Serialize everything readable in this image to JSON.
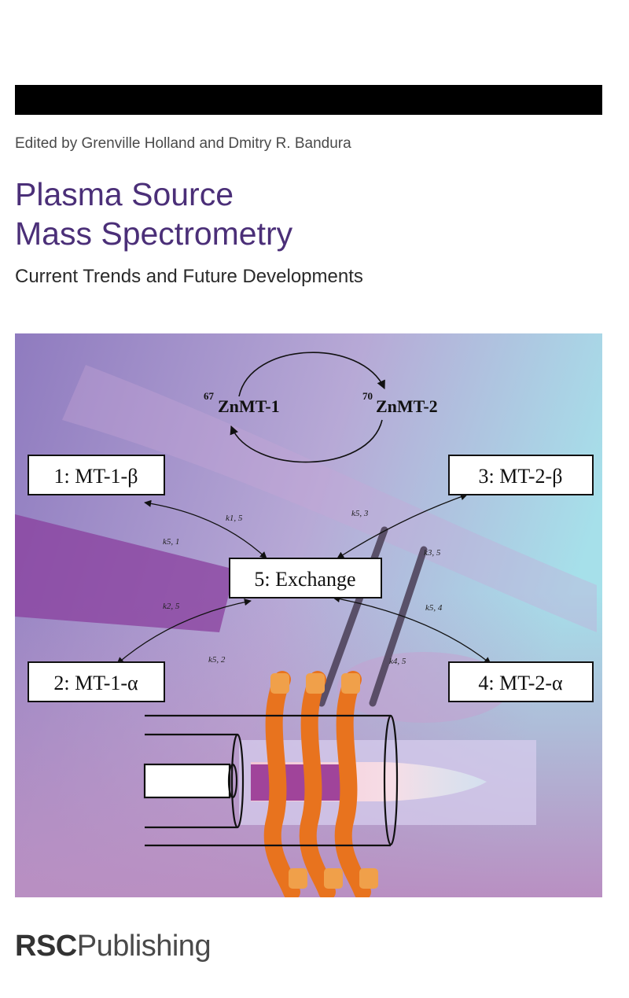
{
  "cover": {
    "editors": "Edited by Grenville Holland and Dmitry R. Bandura",
    "title_line1": "Plasma Source",
    "title_line2": "Mass Spectrometry",
    "subtitle": "Current Trends and Future Developments",
    "publisher_bold": "RSC",
    "publisher_rest": "Publishing"
  },
  "diagram": {
    "zn1": "ZnMT-1",
    "zn1_sup": "67",
    "zn2": "ZnMT-2",
    "zn2_sup": "70",
    "box1": "1: MT-1-β",
    "box2": "2: MT-1-α",
    "box3": "3: MT-2-β",
    "box4": "4: MT-2-α",
    "box5": "5: Exchange",
    "k15": "k1, 5",
    "k51": "k5, 1",
    "k25": "k2, 5",
    "k52": "k5, 2",
    "k53": "k5, 3",
    "k35": "k3, 5",
    "k54": "k5, 4",
    "k45": "k4, 5"
  },
  "colors": {
    "title": "#4b2f78",
    "torch_purple": "#a0449a",
    "coil_orange": "#e8731e",
    "background_violet": "#9b7fc0",
    "background_cyan": "#9fdbe6"
  }
}
